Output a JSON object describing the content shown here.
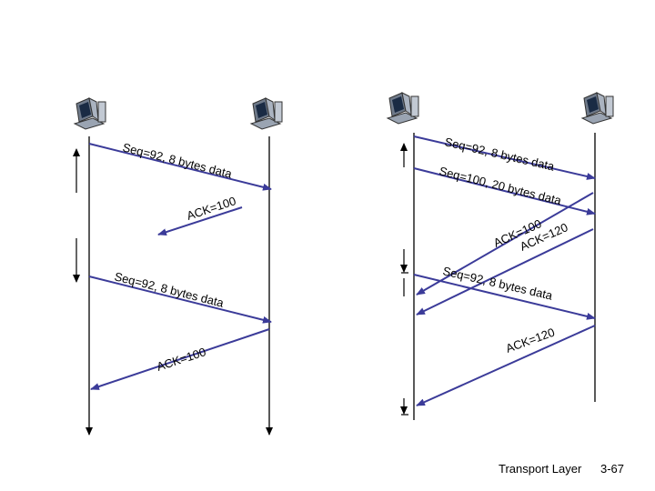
{
  "diagram": {
    "left": {
      "labels": {
        "seq1": "Seq=92, 8 bytes data",
        "ack1": "ACK=100",
        "seq2": "Seq=92, 8 bytes data",
        "ack2": "ACK=100"
      }
    },
    "right": {
      "labels": {
        "seq1": "Seq=92, 8 bytes data",
        "seq2": "Seq=100, 20 bytes data",
        "ack1": "ACK=100",
        "ack2": "ACK=120",
        "seq3": "Seq=92, 8 bytes data",
        "ack3": "ACK=120"
      }
    },
    "colors": {
      "arrow": "#3b3b99",
      "line": "#000000"
    },
    "icons": [
      "host-computer-icon"
    ]
  },
  "footer": {
    "course": "Transport Layer",
    "page": "3-67"
  }
}
